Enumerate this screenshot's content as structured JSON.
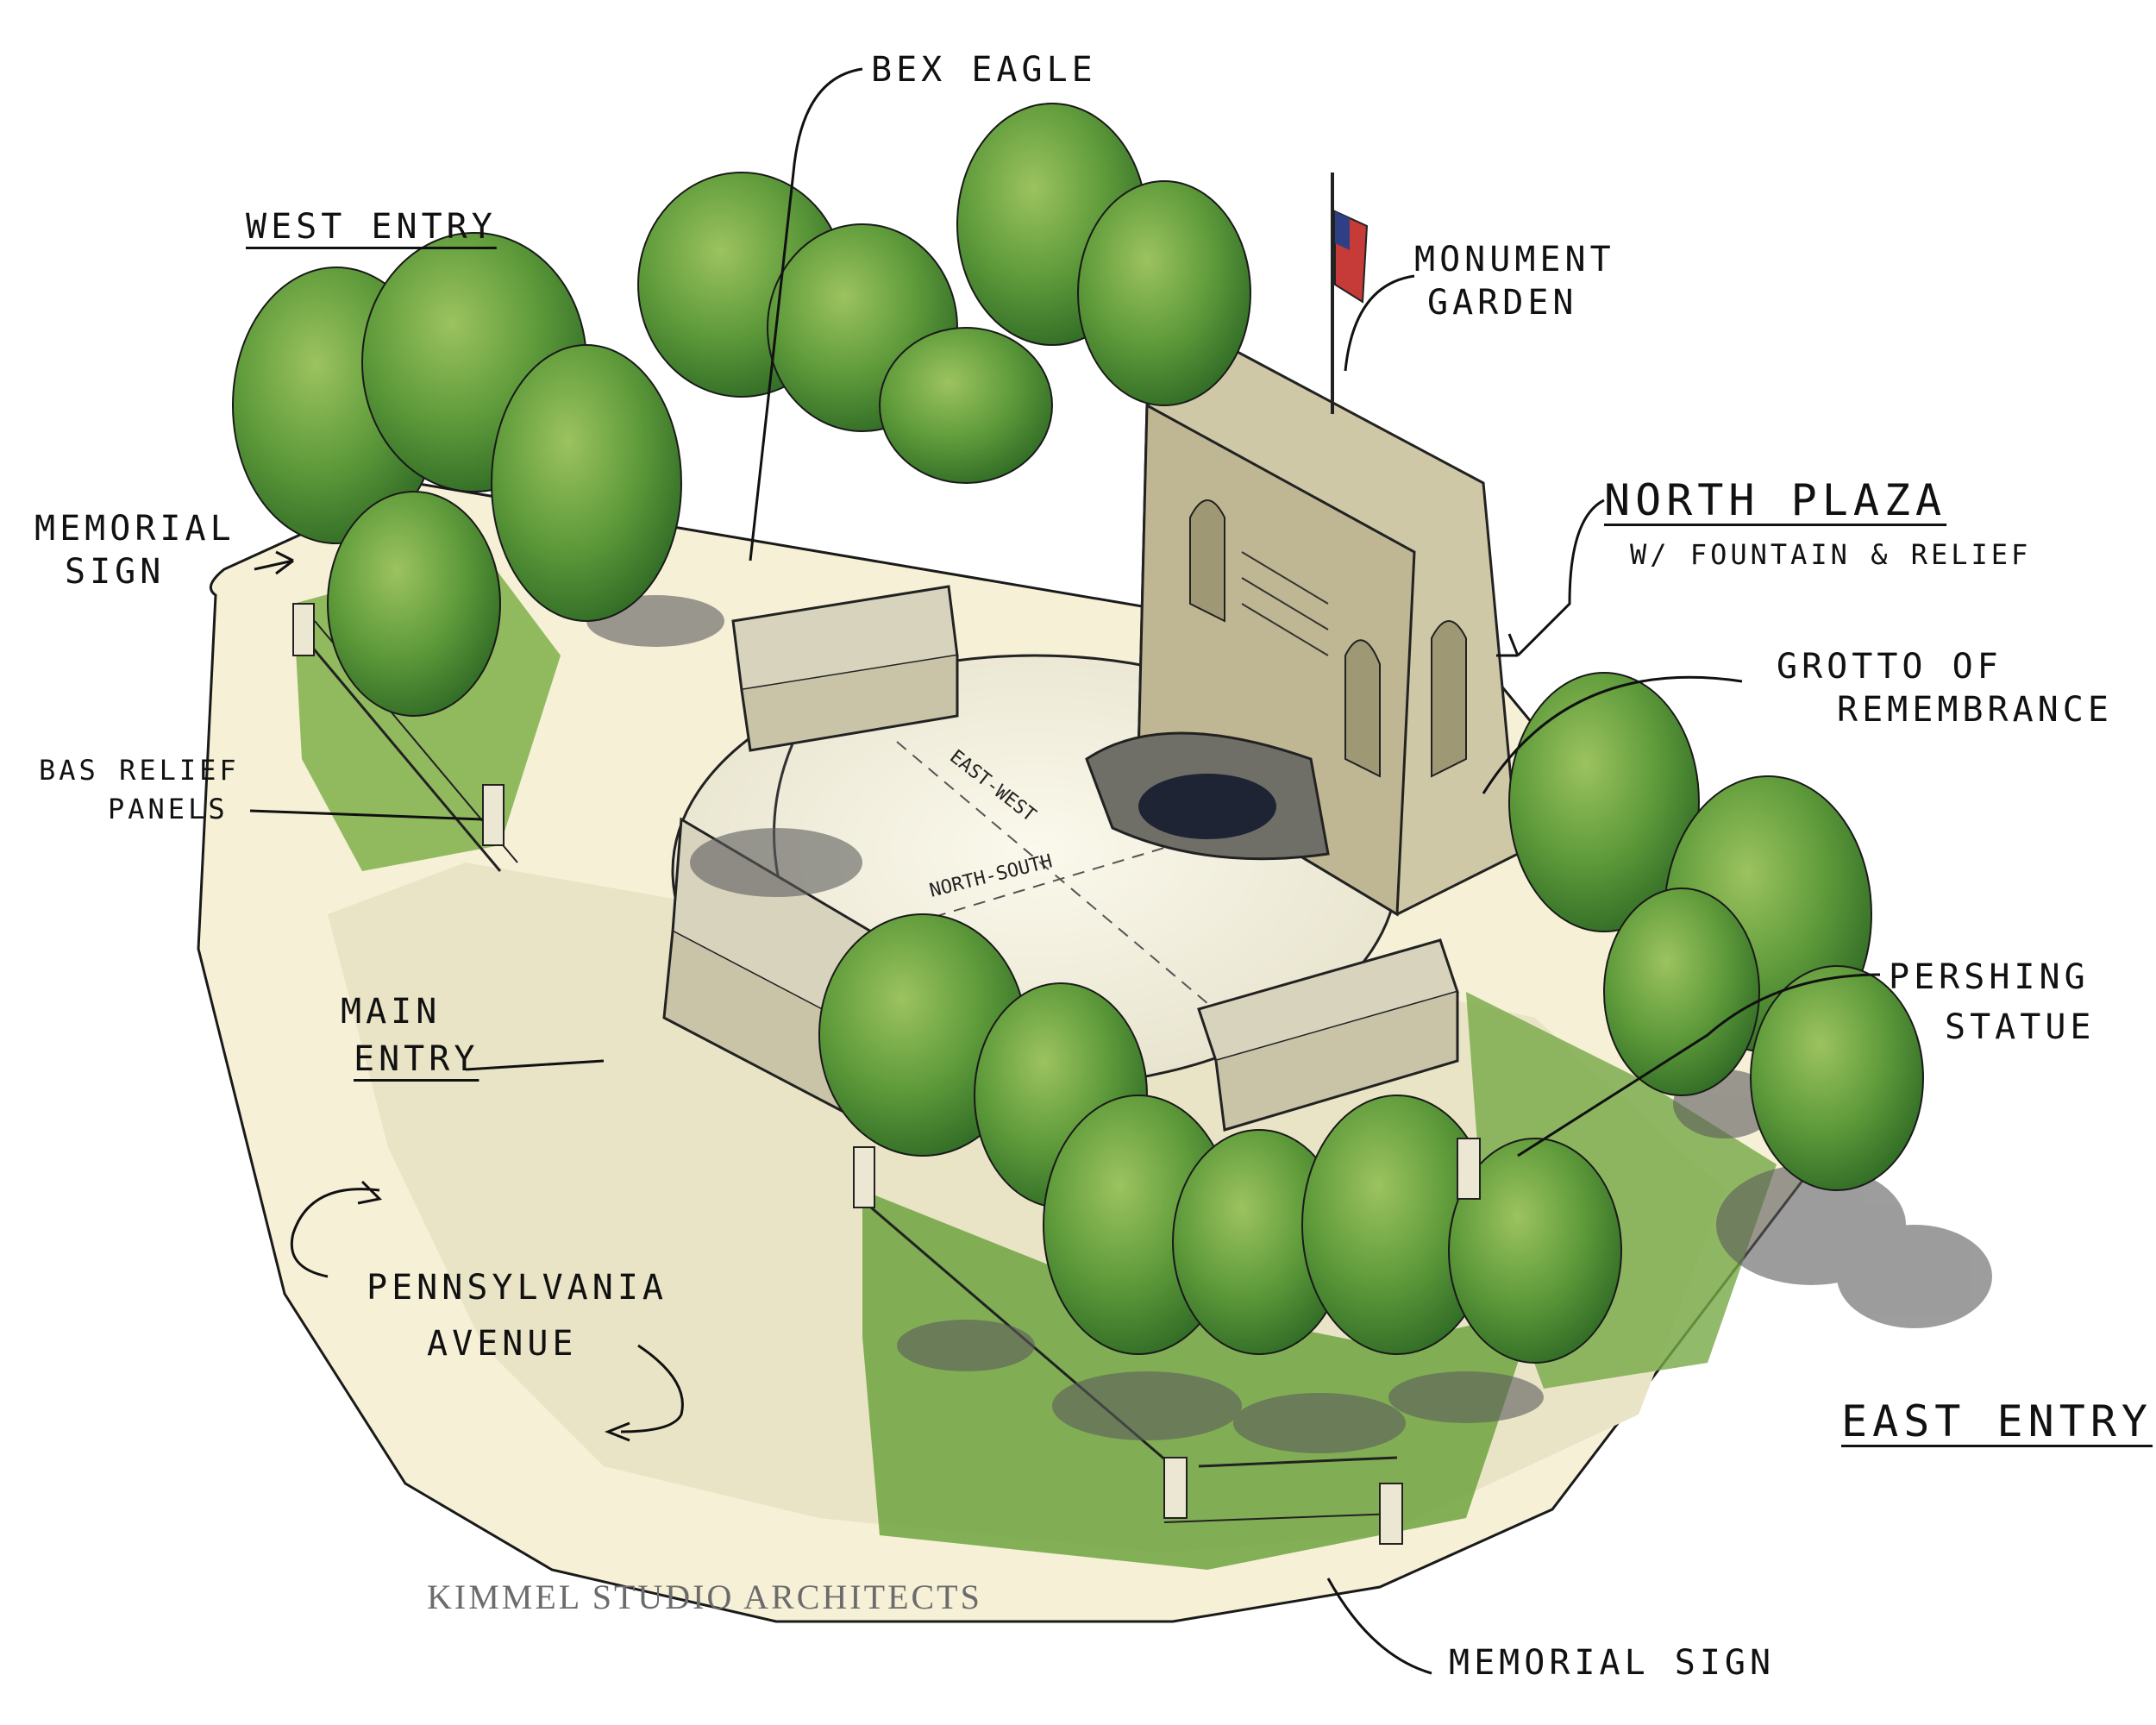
{
  "labels": {
    "bex_eagle": "BEX EAGLE",
    "west_entry": "WEST ENTRY",
    "monument_garden_1": "MONUMENT",
    "monument_garden_2": "GARDEN",
    "memorial_sign_1": "MEMORIAL",
    "memorial_sign_2": "SIGN",
    "north_plaza": "NORTH PLAZA",
    "north_plaza_sub": "W/ FOUNTAIN & RELIEF",
    "grotto_1": "GROTTO OF",
    "grotto_2": "REMEMBRANCE",
    "bas_relief_1": "BAS RELIEF",
    "bas_relief_2": "PANELS",
    "main_entry_1": "MAIN",
    "main_entry_2": "ENTRY",
    "pershing_1": "PERSHING",
    "pershing_2": "STATUE",
    "penn_ave_1": "PENNSYLVANIA",
    "penn_ave_2": "AVENUE",
    "east_entry": "EAST ENTRY",
    "memorial_sign_bottom": "MEMORIAL SIGN",
    "axis_east_west": "EAST-WEST",
    "axis_north_south": "NORTH-SOUTH"
  },
  "credit": "KIMMEL STUDIO ARCHITECTS",
  "colors": {
    "tree_dark": "#3f7d2c",
    "tree_mid": "#5e9a3a",
    "tree_light": "#8fbc58",
    "lawn": "#7fb04a",
    "paving": "#f3efdc",
    "sidewalk": "#f5f0d6",
    "stone": "#d8d3bd",
    "shadow": "#5c5c5c",
    "ink": "#111111",
    "credit": "#6b6b6b"
  }
}
